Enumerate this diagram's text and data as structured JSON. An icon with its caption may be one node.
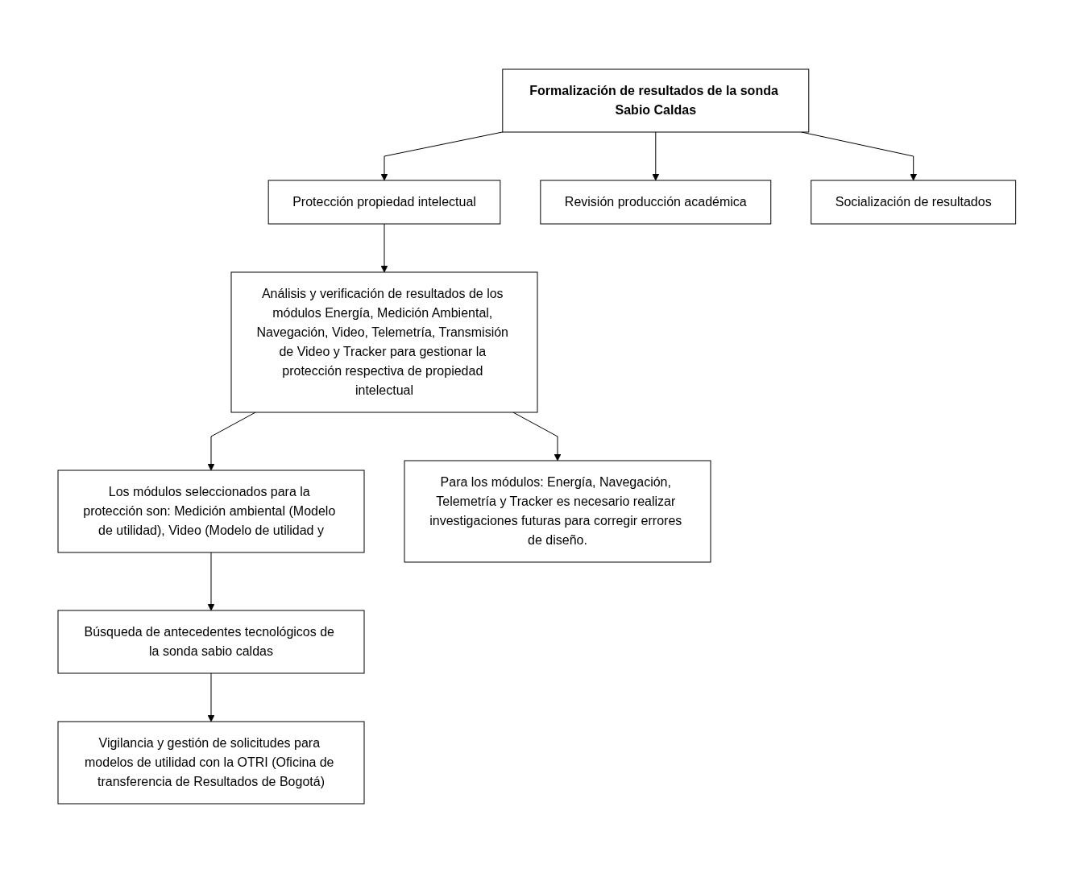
{
  "diagram": {
    "nodes": [
      {
        "text": [
          "Formalización de resultados de la sonda Sabio Caldas"
        ]
      },
      {
        "text": [
          "Protección propiedad intelectual"
        ]
      },
      {
        "text": [
          "Revisión producción académica"
        ]
      },
      {
        "text": [
          "Socialización de resultados"
        ]
      },
      {
        "text": [
          "Análisis y verificación de resultados de los módulos Energía, Medición Ambiental, Navegación, Video, Telemetría, Transmisión de Video y Tracker para gestionar la protección respectiva de propiedad intelectual"
        ]
      },
      {
        "text": [
          "Los módulos seleccionados para la protección son: Medición ambiental (Modelo de utilidad), Video (Modelo de utilidad y"
        ]
      },
      {
        "text": [
          "Para los módulos: Energía, Navegación, Telemetría y Tracker es necesario realizar investigaciones futuras para corregir errores de diseño."
        ]
      },
      {
        "text": [
          "Búsqueda de antecedentes tecnológicos de la sonda sabio caldas"
        ]
      },
      {
        "text": [
          "Vigilancia y gestión de solicitudes para modelos de utilidad con la OTRI (Oficina de transferencia de Resultados de Bogotá)"
        ]
      }
    ],
    "edges": [
      {
        "from": 0,
        "to": 1,
        "arrow": "to"
      },
      {
        "from": 0,
        "to": 2,
        "arrow": "to"
      },
      {
        "from": 0,
        "to": 3,
        "arrow": "to"
      },
      {
        "from": 1,
        "to": 4,
        "arrow": "to"
      },
      {
        "from": 4,
        "to": 5,
        "arrow": "to"
      },
      {
        "from": 4,
        "to": 6,
        "arrow": "to"
      },
      {
        "from": 5,
        "to": 7,
        "arrow": "to"
      },
      {
        "from": 7,
        "to": 8,
        "arrow": "to"
      }
    ]
  }
}
